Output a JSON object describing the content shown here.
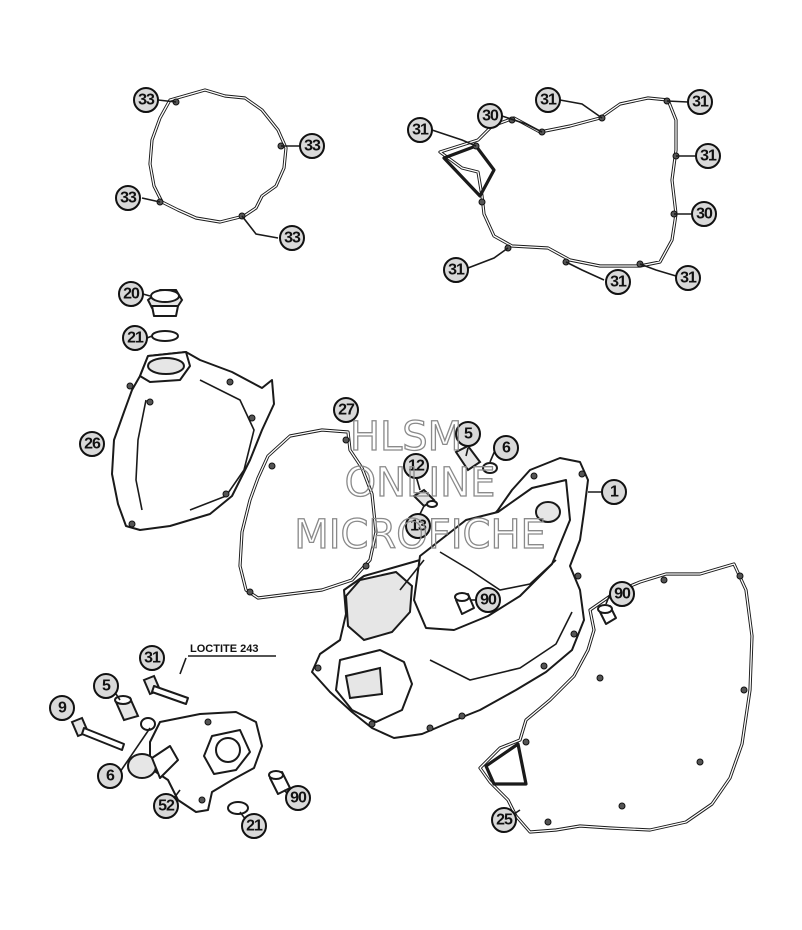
{
  "watermark": {
    "line1": "HLSM",
    "line2": "ONLINE",
    "line3": "MICROFICHE"
  },
  "note": {
    "loctite": "LOCTITE 243"
  },
  "callouts": {
    "c1": "1",
    "c5a": "5",
    "c5b": "5",
    "c6a": "6",
    "c6b": "6",
    "c9": "9",
    "c12": "12",
    "c13": "13",
    "c20": "20",
    "c21a": "21",
    "c21b": "21",
    "c25": "25",
    "c26": "26",
    "c27": "27",
    "c30a": "30",
    "c30b": "30",
    "c31a": "31",
    "c31b": "31",
    "c31c": "31",
    "c31d": "31",
    "c31e": "31",
    "c31f": "31",
    "c31g": "31",
    "c31h": "31",
    "c33a": "33",
    "c33b": "33",
    "c33c": "33",
    "c33d": "33",
    "c52": "52",
    "c90a": "90",
    "c90b": "90",
    "c90c": "90"
  }
}
